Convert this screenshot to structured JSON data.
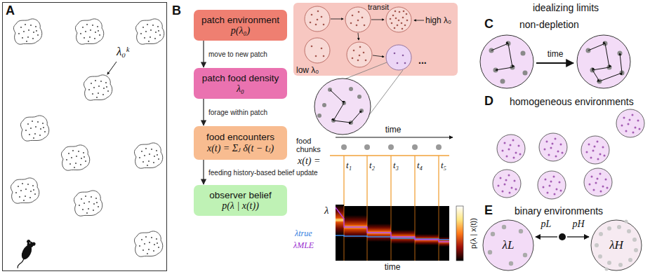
{
  "diagram": {
    "nodes": [
      {
        "text": [
          "patch environment",
          "p(λ₀)"
        ]
      },
      {
        "text": [
          "patch food density",
          "λ₀"
        ]
      },
      {
        "text": [
          "food encounters",
          "x(t) = Σⱼ δ(t − tⱼ)"
        ]
      },
      {
        "text": [
          "observer belief",
          "p(λ | x(t))"
        ]
      }
    ],
    "edges": [
      {
        "from": 0,
        "to": 1,
        "label": "move to new patch",
        "arrow": "to"
      },
      {
        "from": 1,
        "to": 2,
        "label": "forage within patch",
        "arrow": "to"
      },
      {
        "from": 2,
        "to": 3,
        "label": "feeding history-based belief update",
        "arrow": "to"
      }
    ],
    "labels": [
      "A",
      "λ₀ᵏ",
      "B",
      "transit",
      "high λ₀",
      "low λ₀",
      "...",
      "time",
      "food chunks",
      "x(t) =",
      "t₁",
      "t₂",
      "t₃",
      "t₄",
      "t₅",
      "λ",
      "λtrue",
      "λMLE",
      "p(λ | x(t))",
      "time",
      "idealizing limits",
      "C",
      "non-depletion",
      "time",
      "D",
      "homogeneous environments",
      "E",
      "binary environments",
      "pL",
      "pH",
      "λL",
      "λH"
    ]
  }
}
